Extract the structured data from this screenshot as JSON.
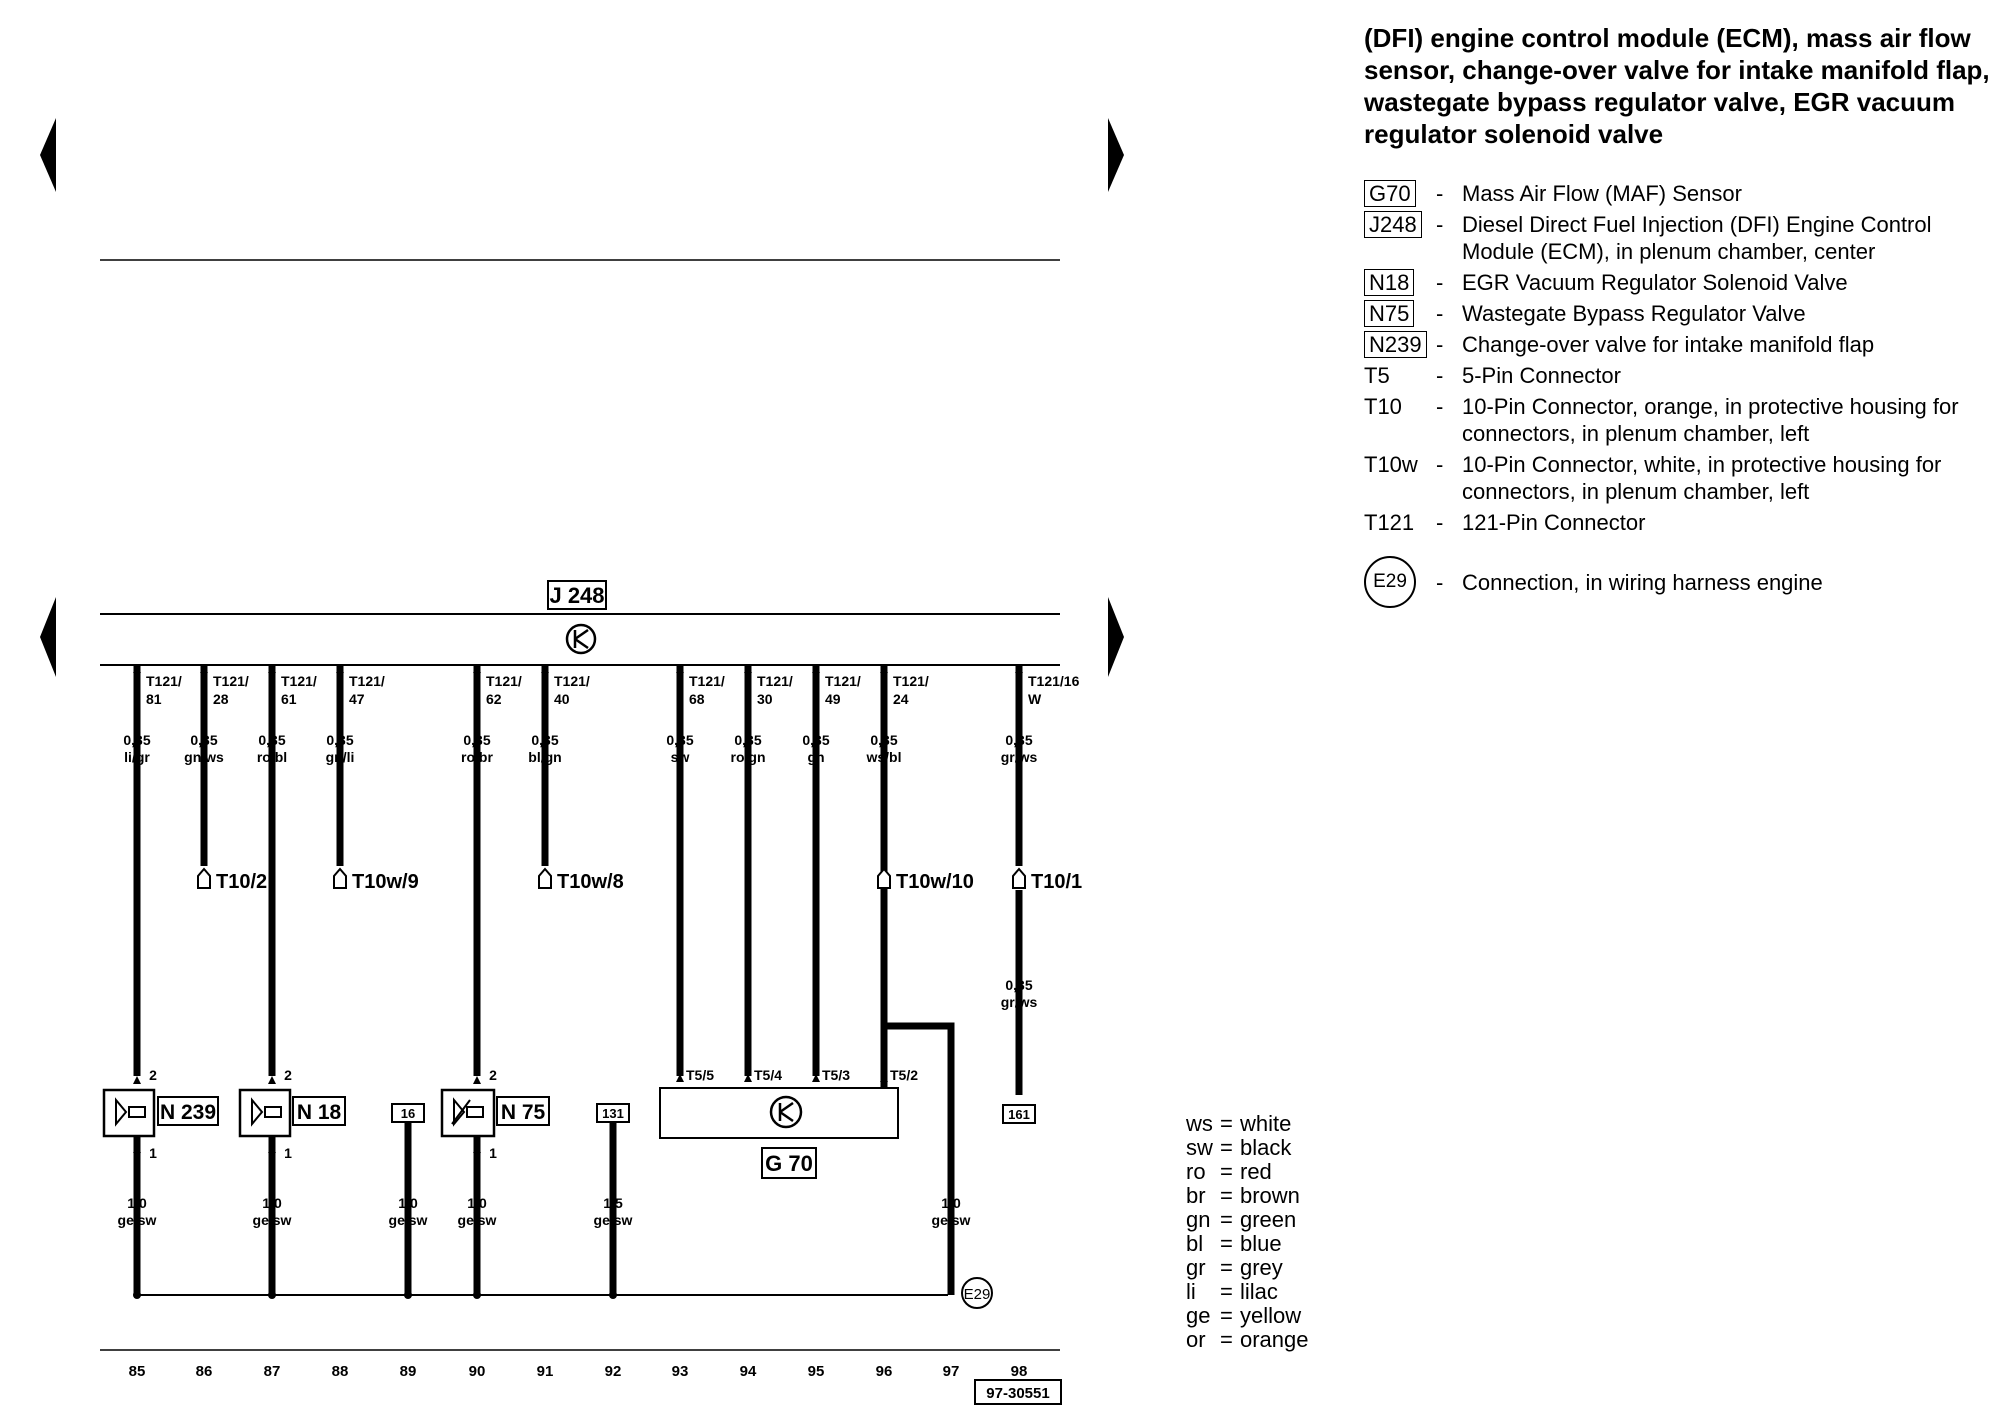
{
  "title": "(DFI) engine control module (ECM), mass air flow sensor, change-over valve for intake manifold flap, wastegate bypass regulator valve, EGR vacuum regulator solenoid valve",
  "legend": [
    {
      "code": "G70",
      "boxed": true,
      "desc": "Mass Air Flow (MAF) Sensor"
    },
    {
      "code": "J248",
      "boxed": true,
      "desc": "Diesel Direct Fuel Injection (DFI) Engine Control Module (ECM), in plenum chamber, center"
    },
    {
      "code": "N18",
      "boxed": true,
      "desc": "EGR Vacuum Regulator Solenoid Valve"
    },
    {
      "code": "N75",
      "boxed": true,
      "desc": "Wastegate Bypass Regulator Valve"
    },
    {
      "code": "N239",
      "boxed": true,
      "desc": "Change-over valve for intake manifold flap"
    },
    {
      "code": "T5",
      "boxed": false,
      "desc": "5-Pin Connector"
    },
    {
      "code": "T10",
      "boxed": false,
      "desc": "10-Pin Connector, orange, in protective housing for connectors, in plenum chamber, left"
    },
    {
      "code": "T10w",
      "boxed": false,
      "desc": "10-Pin Connector, white, in protective housing for connectors, in plenum chamber, left"
    },
    {
      "code": "T121",
      "boxed": false,
      "desc": "121-Pin Connector"
    }
  ],
  "connection_legend": {
    "code": "E29",
    "desc": "Connection, in wiring harness engine"
  },
  "color_codes": [
    {
      "abbr": "ws",
      "name": "white"
    },
    {
      "abbr": "sw",
      "name": "black"
    },
    {
      "abbr": "ro",
      "name": "red"
    },
    {
      "abbr": "br",
      "name": "brown"
    },
    {
      "abbr": "gn",
      "name": "green"
    },
    {
      "abbr": "bl",
      "name": "blue"
    },
    {
      "abbr": "gr",
      "name": "grey"
    },
    {
      "abbr": "li",
      "name": "lilac"
    },
    {
      "abbr": "ge",
      "name": "yellow"
    },
    {
      "abbr": "or",
      "name": "orange"
    }
  ],
  "diagram": {
    "ecm_label": "J 248",
    "sensor_label": "G 70",
    "ground_label": "E29",
    "reference": "97-30551",
    "tracks": [
      "85",
      "86",
      "87",
      "88",
      "89",
      "90",
      "91",
      "92",
      "93",
      "94",
      "95",
      "96",
      "97",
      "98"
    ],
    "pins": [
      {
        "l1": "T121/",
        "l2": "81",
        "size": "0,35",
        "color": "li/gr"
      },
      {
        "l1": "T121/",
        "l2": "28",
        "size": "0,35",
        "color": "gn/ws"
      },
      {
        "l1": "T121/",
        "l2": "61",
        "size": "0,35",
        "color": "ro/bl"
      },
      {
        "l1": "T121/",
        "l2": "47",
        "size": "0,35",
        "color": "gn/li"
      },
      {
        "l1": "T121/",
        "l2": "62",
        "size": "0,35",
        "color": "ro/br"
      },
      {
        "l1": "T121/",
        "l2": "40",
        "size": "0,35",
        "color": "bl/gn"
      },
      {
        "l1": "T121/",
        "l2": "68",
        "size": "0,35",
        "color": "sw"
      },
      {
        "l1": "T121/",
        "l2": "30",
        "size": "0,35",
        "color": "ro/gn"
      },
      {
        "l1": "T121/",
        "l2": "49",
        "size": "0,35",
        "color": "gn"
      },
      {
        "l1": "T121/",
        "l2": "24",
        "size": "0,35",
        "color": "ws/bl"
      },
      {
        "l1": "T121/16",
        "l2": "W",
        "size": "0,35",
        "color": "gr/ws"
      }
    ],
    "connectors": [
      "T10/2",
      "T10w/9",
      "T10w/8",
      "T10w/10",
      "T10/1"
    ],
    "components": [
      "N 239",
      "N 18",
      "N 75"
    ],
    "pin_numbers": {
      "top": "2",
      "bottom": "1"
    },
    "sensor_pins": [
      "T5/5",
      "T5/4",
      "T5/3",
      "T5/2"
    ],
    "refs": [
      "16",
      "131",
      "161"
    ],
    "lower_t98": {
      "size": "0,35",
      "color": "gr/ws"
    },
    "grounds": [
      {
        "size": "1,0",
        "color": "ge/sw"
      },
      {
        "size": "1,0",
        "color": "ge/sw"
      },
      {
        "size": "1,0",
        "color": "ge/sw"
      },
      {
        "size": "1,0",
        "color": "ge/sw"
      },
      {
        "size": "1,5",
        "color": "ge/sw"
      },
      {
        "size": "1,0",
        "color": "ge/sw"
      }
    ]
  }
}
